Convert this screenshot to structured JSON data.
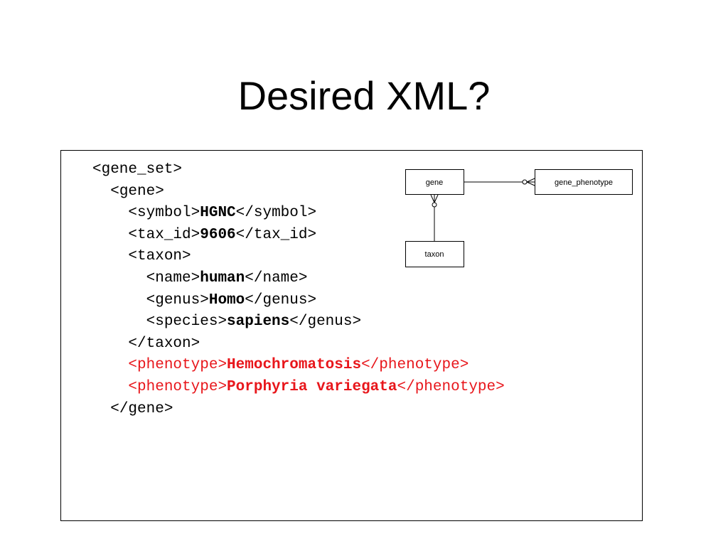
{
  "title": "Desired XML?",
  "code_lines": [
    {
      "indent": 0,
      "open": "<gene_set>",
      "value": "",
      "close": "",
      "highlight": false
    },
    {
      "indent": 1,
      "open": "<gene>",
      "value": "",
      "close": "",
      "highlight": false
    },
    {
      "indent": 2,
      "open": "<symbol>",
      "value": "HGNC",
      "close": "</symbol>",
      "highlight": false
    },
    {
      "indent": 2,
      "open": "<tax_id>",
      "value": "9606",
      "close": "</tax_id>",
      "highlight": false
    },
    {
      "indent": 2,
      "open": "<taxon>",
      "value": "",
      "close": "",
      "highlight": false
    },
    {
      "indent": 3,
      "open": "<name>",
      "value": "human",
      "close": "</name>",
      "highlight": false
    },
    {
      "indent": 3,
      "open": "<genus>",
      "value": "Homo",
      "close": "</genus>",
      "highlight": false
    },
    {
      "indent": 3,
      "open": "<species>",
      "value": "sapiens",
      "close": "</genus>",
      "highlight": false
    },
    {
      "indent": 2,
      "open": "</taxon>",
      "value": "",
      "close": "",
      "highlight": false
    },
    {
      "indent": 2,
      "open": "<phenotype>",
      "value": "Hemochromatosis",
      "close": "</phenotype>",
      "highlight": true
    },
    {
      "indent": 2,
      "open": "<phenotype>",
      "value": "Porphyria variegata",
      "close": "</phenotype>",
      "highlight": true
    },
    {
      "indent": 1,
      "open": "</gene>",
      "value": "",
      "close": "",
      "highlight": false
    }
  ],
  "diagram": {
    "entities": {
      "gene": "gene",
      "gene_phenotype": "gene_phenotype",
      "taxon": "taxon"
    }
  },
  "colors": {
    "highlight": "#e8161b",
    "text": "#000000"
  }
}
